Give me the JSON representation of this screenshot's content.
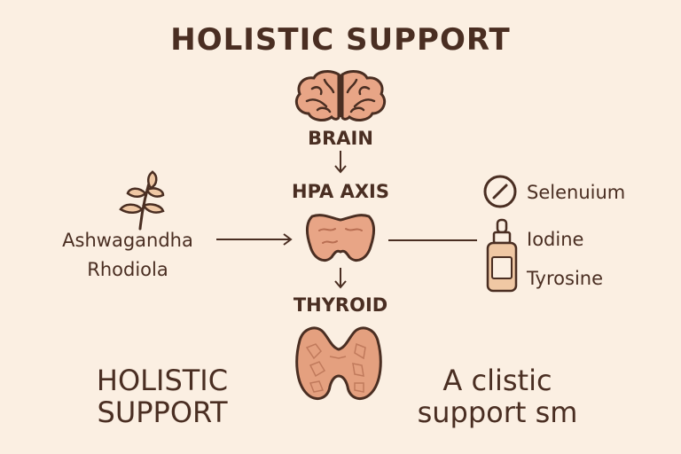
{
  "header": {
    "title": "HOLISTIC SUPPORT"
  },
  "flow": {
    "brain": "BRAIN",
    "hpa_axis": "HPA AXIS",
    "thyroid": "THYROID"
  },
  "adaptogens": [
    "Ashwagandha",
    "Rhodiola"
  ],
  "nutrients": [
    "Selenuium",
    "Iodine",
    "Tyrosine"
  ],
  "footer": {
    "left": [
      "HOLISTIC",
      "SUPPORT"
    ],
    "right": [
      "A clistic",
      "support sm"
    ]
  },
  "icons": {
    "brain": "brain-icon",
    "herb": "herb-sprig-icon",
    "adrenal": "adrenal-gland-icon",
    "thyroid": "thyroid-gland-icon",
    "mineral": "selenium-circle-slash-icon",
    "dropper": "dropper-bottle-icon"
  },
  "colors": {
    "background": "#fbefe2",
    "text": "#4a2e22",
    "organ_fill": "#e8a586",
    "organ_stroke": "#4a2e22"
  }
}
